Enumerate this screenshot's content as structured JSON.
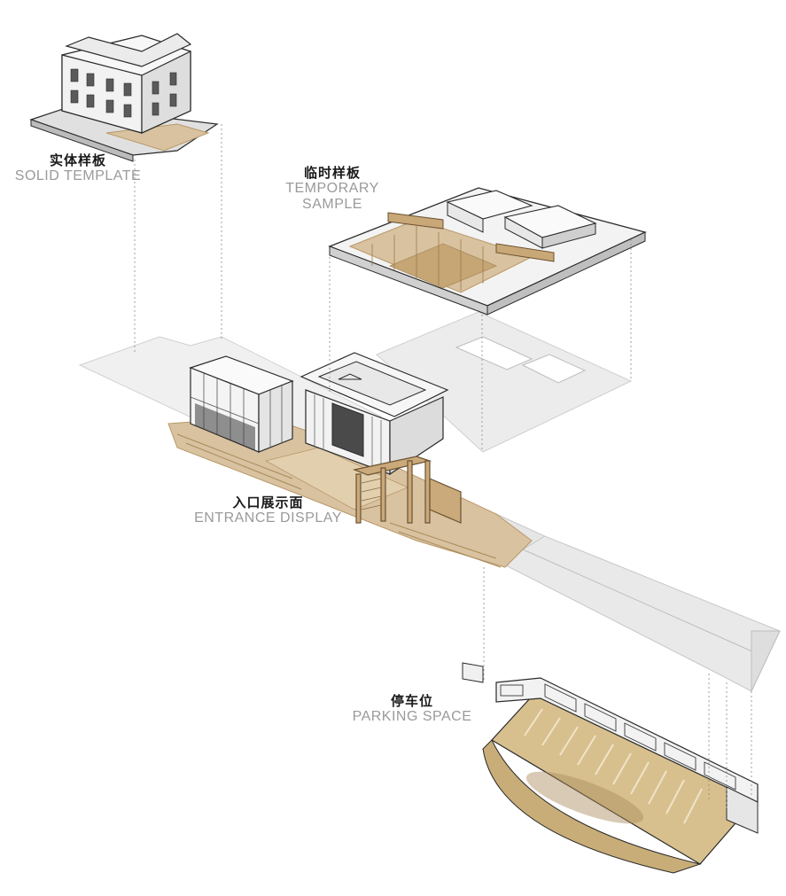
{
  "labels": {
    "solid": {
      "cn": "实体样板",
      "en": "SOLID TEMPLATE"
    },
    "temporary": {
      "cn": "临时样板",
      "en_line1": "TEMPORARY",
      "en_line2": "SAMPLE"
    },
    "entrance": {
      "cn": "入口展示面",
      "en": "ENTRANCE DISPLAY"
    },
    "parking": {
      "cn": "停车位",
      "en": "PARKING SPACE"
    }
  },
  "colors": {
    "ground": "#ececec",
    "ground_edge": "#c8c8c8",
    "wood": "#d9c2a0",
    "wood_dark": "#b89868",
    "sand": "#d8c08e",
    "wall": "#f4f4f4",
    "line": "#2a2a2a",
    "label_en": "#9a9a9a"
  }
}
